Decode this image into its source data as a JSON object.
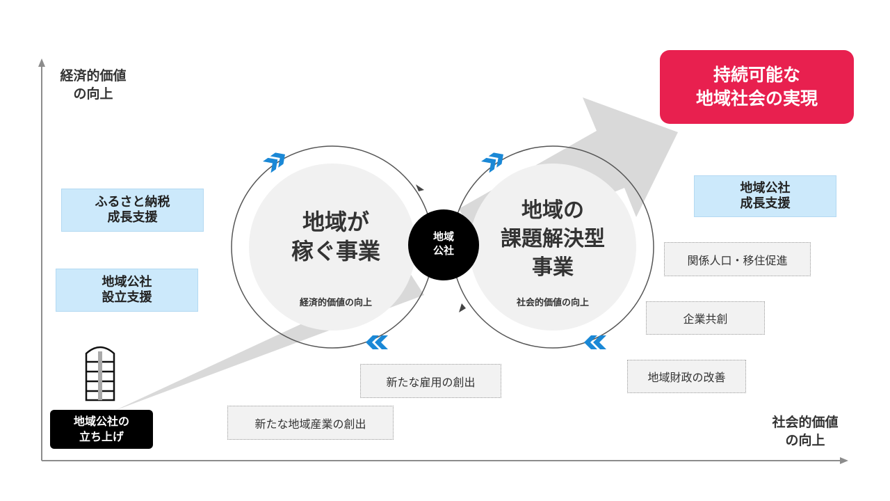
{
  "axes": {
    "y_label": "経済的価値\nの向上",
    "x_label": "社会的価値\nの向上"
  },
  "goal": {
    "label": "持続可能な\n地域社会の実現",
    "color": "#e8204f"
  },
  "start": {
    "label": "地域公社の\n立ち上げ"
  },
  "left_cycle": {
    "title": "地域が\n稼ぐ事業",
    "subtitle": "経済的価値の向上"
  },
  "right_cycle": {
    "title": "地域の\n課題解決型\n事業",
    "subtitle": "社会的価値の向上"
  },
  "center": {
    "label": "地域\n公社"
  },
  "support_boxes": {
    "furusato": "ふるさと納税\n成長支援",
    "setsuritsu": "地域公社\n設立支援",
    "seicho": "地域公社\n成長支援"
  },
  "outcomes": {
    "new_industry": "新たな地域産業の創出",
    "new_jobs": "新たな雇用の創出",
    "population": "関係人口・移住促進",
    "co_creation": "企業共創",
    "finance": "地域財政の改善"
  },
  "colors": {
    "accent_blue": "#1a88d6",
    "support_blue": "#cce9fb",
    "arrow_gray": "#d4d4d4"
  }
}
